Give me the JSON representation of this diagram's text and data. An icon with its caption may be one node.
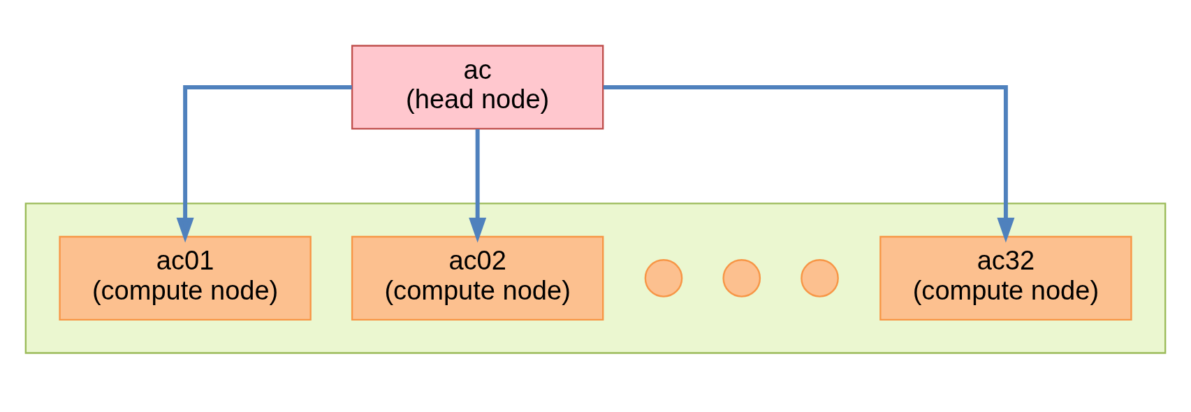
{
  "diagram": {
    "nodes": [
      {
        "text": [
          "ac",
          "(head node)"
        ]
      },
      {
        "text": [],
        "shape": "box"
      },
      {
        "text": [
          "ac01",
          "(compute node)"
        ],
        "in": 1
      },
      {
        "text": [
          "ac02",
          "(compute node)"
        ],
        "in": 1
      },
      {
        "text": [],
        "shape": "circle",
        "in": 1
      },
      {
        "text": [],
        "shape": "circle",
        "in": 1
      },
      {
        "text": [],
        "shape": "circle",
        "in": 1
      },
      {
        "text": [
          "ac32",
          "(compute node)"
        ],
        "in": 1
      }
    ],
    "edges": [
      {
        "from": 0,
        "to": 2,
        "arrow": "to"
      },
      {
        "from": 0,
        "to": 3,
        "arrow": "to"
      },
      {
        "from": 0,
        "to": 7,
        "arrow": "to"
      }
    ]
  }
}
